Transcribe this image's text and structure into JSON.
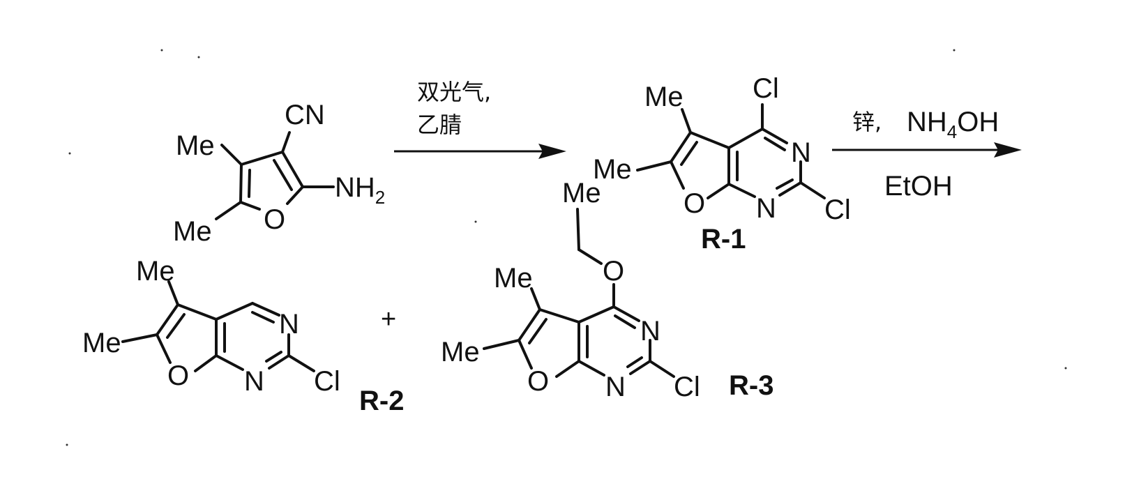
{
  "reaction": {
    "step1": {
      "reagents_line1": "双光气,",
      "reagents_line2": "乙腈"
    },
    "step2": {
      "reagent_zinc": "锌,",
      "reagent_base": "NH",
      "reagent_base_sub": "4",
      "reagent_base_tail": "OH",
      "solvent": "EtOH"
    },
    "plus_sign": "+"
  },
  "starting_material": {
    "cn_label": "CN",
    "me_top": "Me",
    "me_bottom": "Me",
    "o_label": "O",
    "nh2_label": "NH",
    "nh2_sub": "2"
  },
  "r1": {
    "name": "R-1",
    "me_top": "Me",
    "me_left": "Me",
    "cl_top": "Cl",
    "cl_right": "Cl",
    "n_top": "N",
    "n_bottom": "N",
    "o_label": "O"
  },
  "r2": {
    "name": "R-2",
    "me_top": "Me",
    "me_left": "Me",
    "n_top": "N",
    "n_bottom": "N",
    "cl": "Cl",
    "o_label": "O"
  },
  "r3": {
    "name": "R-3",
    "me_ethyl": "Me",
    "o_ether": "O",
    "me_top": "Me",
    "me_left": "Me",
    "n_top": "N",
    "n_bottom": "N",
    "cl": "Cl",
    "o_label": "O"
  }
}
